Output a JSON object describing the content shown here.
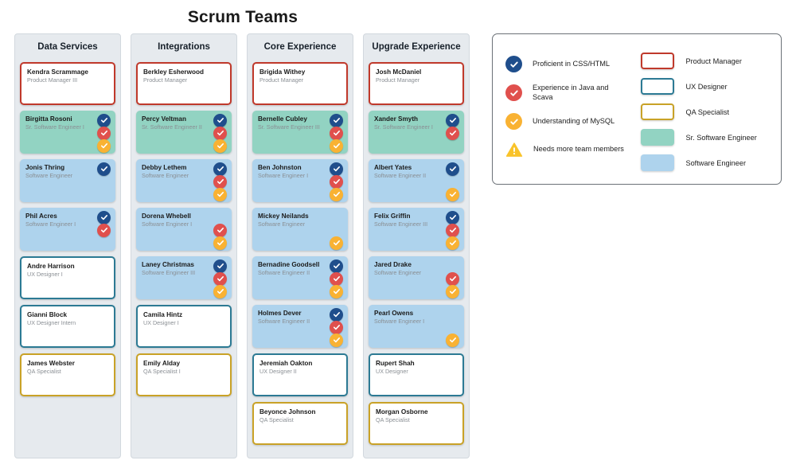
{
  "page": {
    "title": "Scrum Teams"
  },
  "skill_badges": {
    "css": {
      "key": "css",
      "color": "#1f4e8c",
      "label": "Proficient in CSS/HTML",
      "icon": "check-circle-icon"
    },
    "java": {
      "key": "java",
      "color": "#e0504d",
      "label": "Experience in Java and Scava",
      "icon": "check-circle-icon"
    },
    "mysql": {
      "key": "mysql",
      "color": "#f9b233",
      "label": "Understanding of MySQL",
      "icon": "check-circle-icon"
    }
  },
  "role_styles": {
    "product-manager": {
      "label": "Product Manager",
      "border": "#c0392b",
      "fill": "#ffffff"
    },
    "ux-designer": {
      "label": "UX Designer",
      "border": "#2c7a94",
      "fill": "#ffffff"
    },
    "qa-specialist": {
      "label": "QA Specialist",
      "border": "#c9a227",
      "fill": "#ffffff"
    },
    "sr-software-engineer": {
      "label": "Sr. Software Engineer",
      "border": "none",
      "fill": "#92d3c2"
    },
    "software-engineer": {
      "label": "Software Engineer",
      "border": "none",
      "fill": "#aed3ed"
    }
  },
  "board": {
    "columns": [
      {
        "title": "Data Services",
        "cards": [
          {
            "name": "Kendra Scrammage",
            "role": "Product Manager III",
            "style": "product-manager",
            "badges": [
              null,
              null,
              null
            ]
          },
          {
            "name": "Birgitta Rosoni",
            "role": "Sr. Software Engineer I",
            "style": "sr-software-engineer",
            "badges": [
              "css",
              "java",
              "mysql"
            ]
          },
          {
            "name": "Jonis Thring",
            "role": "Software Engineer",
            "style": "software-engineer",
            "badges": [
              "css",
              null,
              null
            ]
          },
          {
            "name": "Phil Acres",
            "role": "Software Engineer I",
            "style": "software-engineer",
            "badges": [
              "css",
              "java",
              null
            ]
          },
          {
            "name": "Andre Harrison",
            "role": "UX Designer I",
            "style": "ux-designer",
            "badges": [
              null,
              null,
              null
            ]
          },
          {
            "name": "Gianni Block",
            "role": "UX Designer Intern",
            "style": "ux-designer",
            "badges": [
              null,
              null,
              null
            ]
          },
          {
            "name": "James Webster",
            "role": "QA Specialist",
            "style": "qa-specialist",
            "badges": [
              null,
              null,
              null
            ]
          }
        ]
      },
      {
        "title": "Integrations",
        "cards": [
          {
            "name": "Berkley Esherwood",
            "role": "Product Manager",
            "style": "product-manager",
            "badges": [
              null,
              null,
              null
            ]
          },
          {
            "name": "Percy Veltman",
            "role": "Sr. Software Engineer II",
            "style": "sr-software-engineer",
            "badges": [
              "css",
              "java",
              "mysql"
            ]
          },
          {
            "name": "Debby Lethem",
            "role": "Software Engineer",
            "style": "software-engineer",
            "badges": [
              "css",
              "java",
              "mysql"
            ]
          },
          {
            "name": "Dorena Whebell",
            "role": "Software Engineer I",
            "style": "software-engineer",
            "badges": [
              null,
              "java",
              "mysql"
            ]
          },
          {
            "name": "Laney Christmas",
            "role": "Software Engineer III",
            "style": "software-engineer",
            "badges": [
              "css",
              "java",
              "mysql"
            ]
          },
          {
            "name": "Camila Hintz",
            "role": "UX Designer I",
            "style": "ux-designer",
            "badges": [
              null,
              null,
              null
            ]
          },
          {
            "name": "Emily Alday",
            "role": "QA Specialist I",
            "style": "qa-specialist",
            "badges": [
              null,
              null,
              null
            ]
          }
        ]
      },
      {
        "title": "Core Experience",
        "cards": [
          {
            "name": "Brigida Withey",
            "role": "Product Manager",
            "style": "product-manager",
            "badges": [
              null,
              null,
              null
            ]
          },
          {
            "name": "Bernelle Cubley",
            "role": "Sr. Software Engineer III",
            "style": "sr-software-engineer",
            "badges": [
              "css",
              "java",
              "mysql"
            ]
          },
          {
            "name": "Ben Johnston",
            "role": "Software Engineer I",
            "style": "software-engineer",
            "badges": [
              "css",
              "java",
              "mysql"
            ]
          },
          {
            "name": "Mickey Neilands",
            "role": "Software Engineer",
            "style": "software-engineer",
            "badges": [
              null,
              null,
              "mysql"
            ]
          },
          {
            "name": "Bernadine Goodsell",
            "role": "Software Engineer II",
            "style": "software-engineer",
            "badges": [
              "css",
              "java",
              "mysql"
            ]
          },
          {
            "name": "Holmes Dever",
            "role": "Software Engineer II",
            "style": "software-engineer",
            "badges": [
              "css",
              "java",
              "mysql"
            ]
          },
          {
            "name": "Jeremiah Oakton",
            "role": "UX Designer II",
            "style": "ux-designer",
            "badges": [
              null,
              null,
              null
            ]
          },
          {
            "name": "Beyonce Johnson",
            "role": "QA Specialist",
            "style": "qa-specialist",
            "badges": [
              null,
              null,
              null
            ]
          }
        ]
      },
      {
        "title": "Upgrade Experience",
        "cards": [
          {
            "name": "Josh McDaniel",
            "role": "Product Manager",
            "style": "product-manager",
            "badges": [
              null,
              null,
              null
            ]
          },
          {
            "name": "Xander Smyth",
            "role": "Sr. Software Engineer I",
            "style": "sr-software-engineer",
            "badges": [
              "css",
              "java",
              null
            ]
          },
          {
            "name": "Albert Yates",
            "role": "Software Engineer II",
            "style": "software-engineer",
            "badges": [
              "css",
              null,
              "mysql"
            ]
          },
          {
            "name": "Felix Griffin",
            "role": "Software Engineer III",
            "style": "software-engineer",
            "badges": [
              "css",
              "java",
              "mysql"
            ]
          },
          {
            "name": "Jared Drake",
            "role": "Software Engineer",
            "style": "software-engineer",
            "badges": [
              null,
              "java",
              "mysql"
            ]
          },
          {
            "name": "Pearl Owens",
            "role": "Software Engineer I",
            "style": "software-engineer",
            "badges": [
              null,
              null,
              "mysql"
            ]
          },
          {
            "name": "Rupert Shah",
            "role": "UX Designer",
            "style": "ux-designer",
            "badges": [
              null,
              null,
              null
            ]
          },
          {
            "name": "Morgan Osborne",
            "role": "QA Specialist",
            "style": "qa-specialist",
            "badges": [
              null,
              null,
              null
            ]
          }
        ]
      }
    ]
  },
  "legend": {
    "skills": [
      {
        "icon": "check-circle-icon",
        "style": "css",
        "label": "Proficient in CSS/HTML"
      },
      {
        "icon": "check-circle-icon",
        "style": "java",
        "label": "Experience in Java and Scava"
      },
      {
        "icon": "check-circle-icon",
        "style": "mysql",
        "label": "Understanding of MySQL"
      },
      {
        "icon": "warning-triangle-icon",
        "style": "warn",
        "label": "Needs more team members"
      }
    ],
    "roles": [
      {
        "style": "product-manager",
        "label": "Product Manager"
      },
      {
        "style": "ux-designer",
        "label": "UX Designer"
      },
      {
        "style": "qa-specialist",
        "label": "QA Specialist"
      },
      {
        "style": "sr-software-engineer",
        "label": "Sr. Software Engineer"
      },
      {
        "style": "software-engineer",
        "label": "Software Engineer"
      }
    ]
  }
}
